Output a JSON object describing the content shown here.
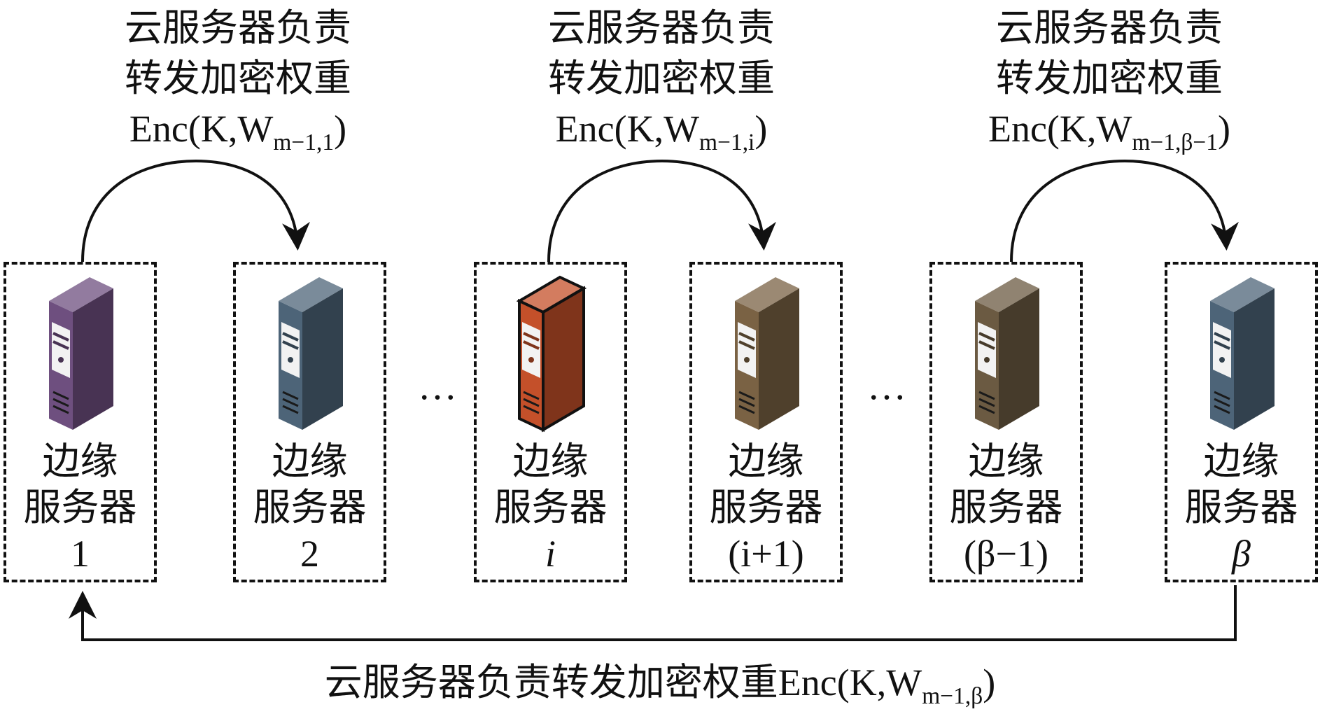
{
  "top_labels": [
    {
      "line1": "云服务器负责",
      "line2": "转发加密权重",
      "enc_main": "Enc(K,W",
      "enc_sub": "m−1,1",
      "enc_close": ")"
    },
    {
      "line1": "云服务器负责",
      "line2": "转发加密权重",
      "enc_main": "Enc(K,W",
      "enc_sub": "m−1,i",
      "enc_close": ")"
    },
    {
      "line1": "云服务器负责",
      "line2": "转发加密权重",
      "enc_main": "Enc(K,W",
      "enc_sub": "m−1,β−1",
      "enc_close": ")"
    }
  ],
  "servers": [
    {
      "line1": "边缘",
      "line2": "服务器",
      "index": "1",
      "color": "#6e4f7f",
      "highlight": false
    },
    {
      "line1": "边缘",
      "line2": "服务器",
      "index": "2",
      "color": "#4d6478",
      "highlight": false
    },
    {
      "line1": "边缘",
      "line2": "服务器",
      "index": "i",
      "color": "#c4502a",
      "highlight": true
    },
    {
      "line1": "边缘",
      "line2": "服务器",
      "index": "(i+1)",
      "color": "#7a6244",
      "highlight": false
    },
    {
      "line1": "边缘",
      "line2": "服务器",
      "index": "(β−1)",
      "color": "#6b5a42",
      "highlight": false
    },
    {
      "line1": "边缘",
      "line2": "服务器",
      "index": "β",
      "color": "#4d6478",
      "highlight": false
    }
  ],
  "ellipsis": [
    "…",
    "…"
  ],
  "bottom_label": {
    "prefix": "云服务器负责转发加密权重",
    "enc_main": "Enc(K,W",
    "enc_sub": "m−1,β",
    "enc_close": ")"
  },
  "colors": {
    "stroke": "#111111",
    "background": "#ffffff"
  }
}
